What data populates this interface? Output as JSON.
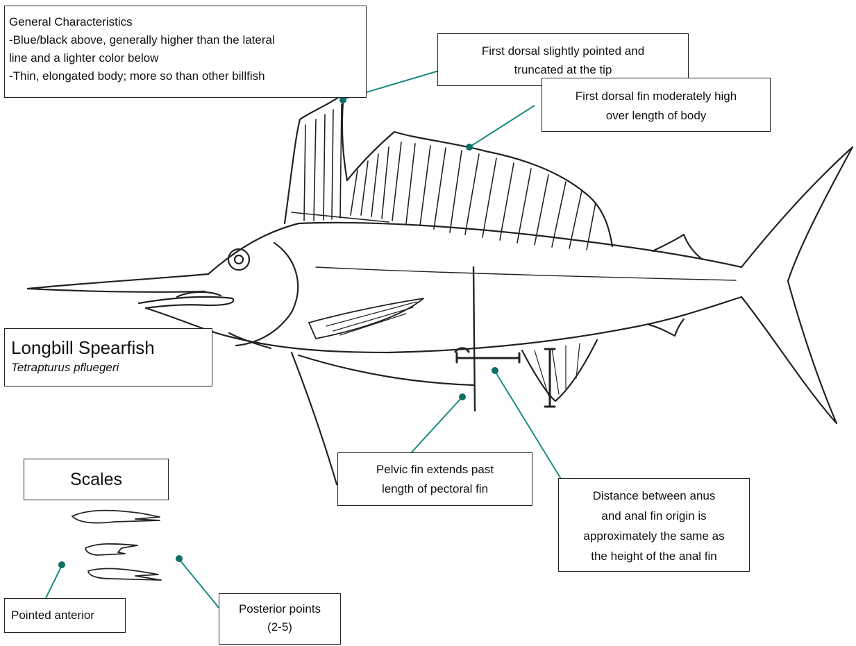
{
  "general": {
    "title": "General Characteristics",
    "lines": [
      "-Blue/black above, generally higher than the lateral",
      "line and a lighter color below",
      "-Thin, elongated body; more so than other billfish"
    ]
  },
  "first_dorsal_tip": [
    "First dorsal slightly pointed and",
    "truncated at the tip"
  ],
  "first_dorsal_height": [
    "First dorsal fin moderately high",
    "over length of body"
  ],
  "species": {
    "common_name": "Longbill Spearfish",
    "scientific_name": "Tetrapturus pfluegeri"
  },
  "scales": {
    "title": "Scales"
  },
  "pelvic": [
    "Pelvic fin extends past",
    "length of pectoral fin"
  ],
  "anal": [
    "Distance between anus",
    "and anal fin origin is",
    "approximately the same as",
    "the height of the anal fin"
  ],
  "pointed_anterior": "Pointed anterior",
  "posterior_points": [
    "Posterior points",
    "(2-5)"
  ],
  "colors": {
    "leader": "#1a8a80",
    "dot": "#0d6e66",
    "ink": "#222222"
  }
}
